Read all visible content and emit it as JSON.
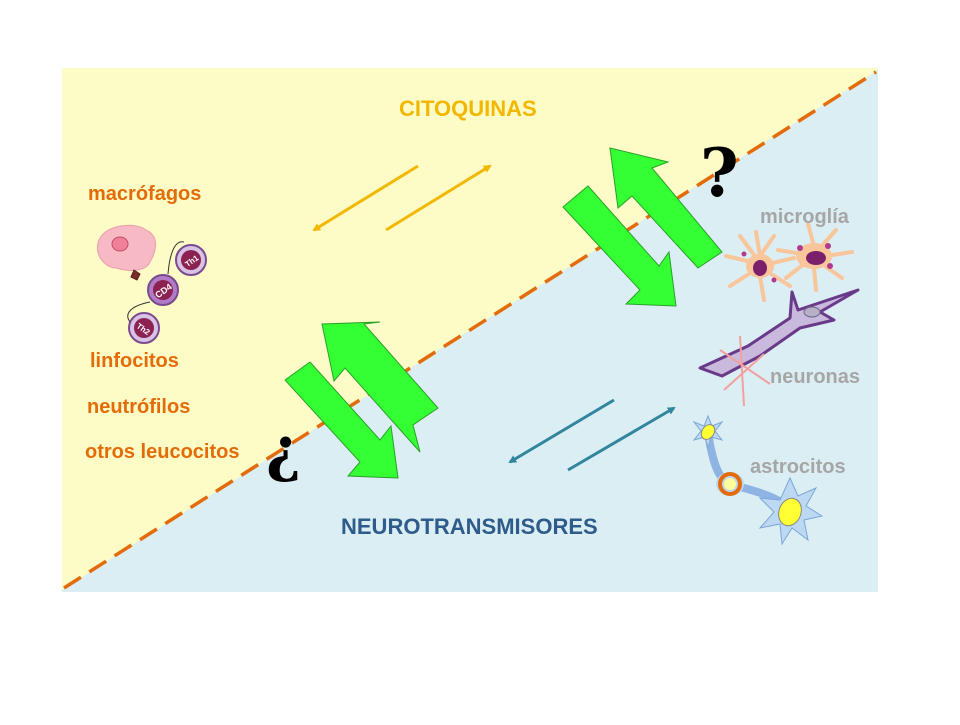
{
  "titles": {
    "top": "CITOQUINAS",
    "bottom": "NEUROTRANSMISORES"
  },
  "immune_labels": {
    "macrofagos": "macrófagos",
    "linfocitos": "linfocitos",
    "neutrofilos": "neutrófilos",
    "otros": "otros leucocitos"
  },
  "neural_labels": {
    "microglia": "microglía",
    "neuronas": "neuronas",
    "astrocitos": "astrocitos"
  },
  "cell_labels": {
    "cd4": "CD4",
    "th1": "Th1",
    "th2": "Th2"
  },
  "symbols": {
    "open_question": "¿",
    "close_question": "?"
  },
  "colors": {
    "top_region": "#fdfbc6",
    "bottom_region": "#dbeef4",
    "divider": "#e36c09",
    "top_arrows": "#f2b800",
    "bottom_arrows": "#31859c",
    "green_arrows": "#33ff33"
  }
}
